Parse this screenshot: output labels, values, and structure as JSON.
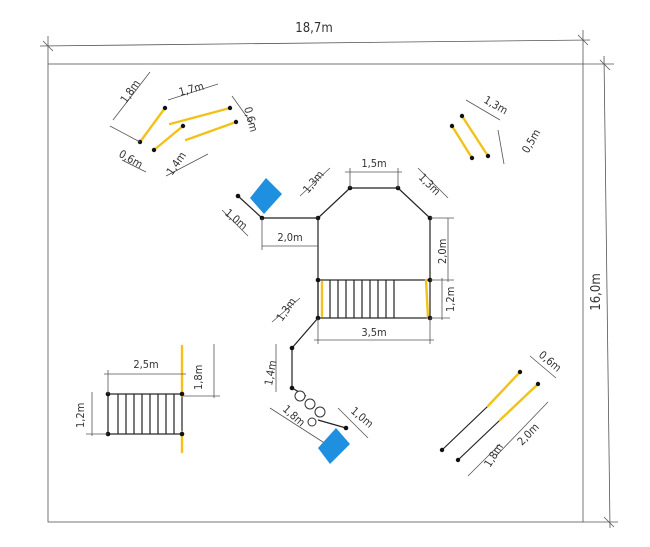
{
  "dimensions": {
    "site_width": "18,7m",
    "site_height": "16,0m",
    "bar_top_left_1": "1,8m",
    "bar_top_left_2": "1,7m",
    "bar_top_left_3": "0,6m",
    "bar_top_left_4": "0,6m",
    "bar_top_left_5": "1,4m",
    "bar_top_right_1": "1,3m",
    "bar_top_right_2": "0,5m",
    "tower_top": "1,5m",
    "tower_left_diag": "1,3m",
    "tower_right_diag": "1,3m",
    "slide_top_width": "1,0m",
    "slide_top_offset": "2,0m",
    "tower_right_side": "2,0m",
    "bridge_end": "1,2m",
    "bridge_length": "3,5m",
    "lower_diag": "1,3m",
    "lower_side": "1,4m",
    "ring_path": "1,8m",
    "slide_bottom_width": "1,0m",
    "ladder_width": "2,5m",
    "ladder_post": "1,8m",
    "ladder_height": "1,2m",
    "bar_bottom_right_1": "0,6m",
    "bar_bottom_right_2": "2,0m",
    "bar_bottom_right_3": "1,8m"
  },
  "colors": {
    "accent_yellow": "#f2c21b",
    "slide_blue": "#1f8fe0",
    "line": "#222222"
  }
}
